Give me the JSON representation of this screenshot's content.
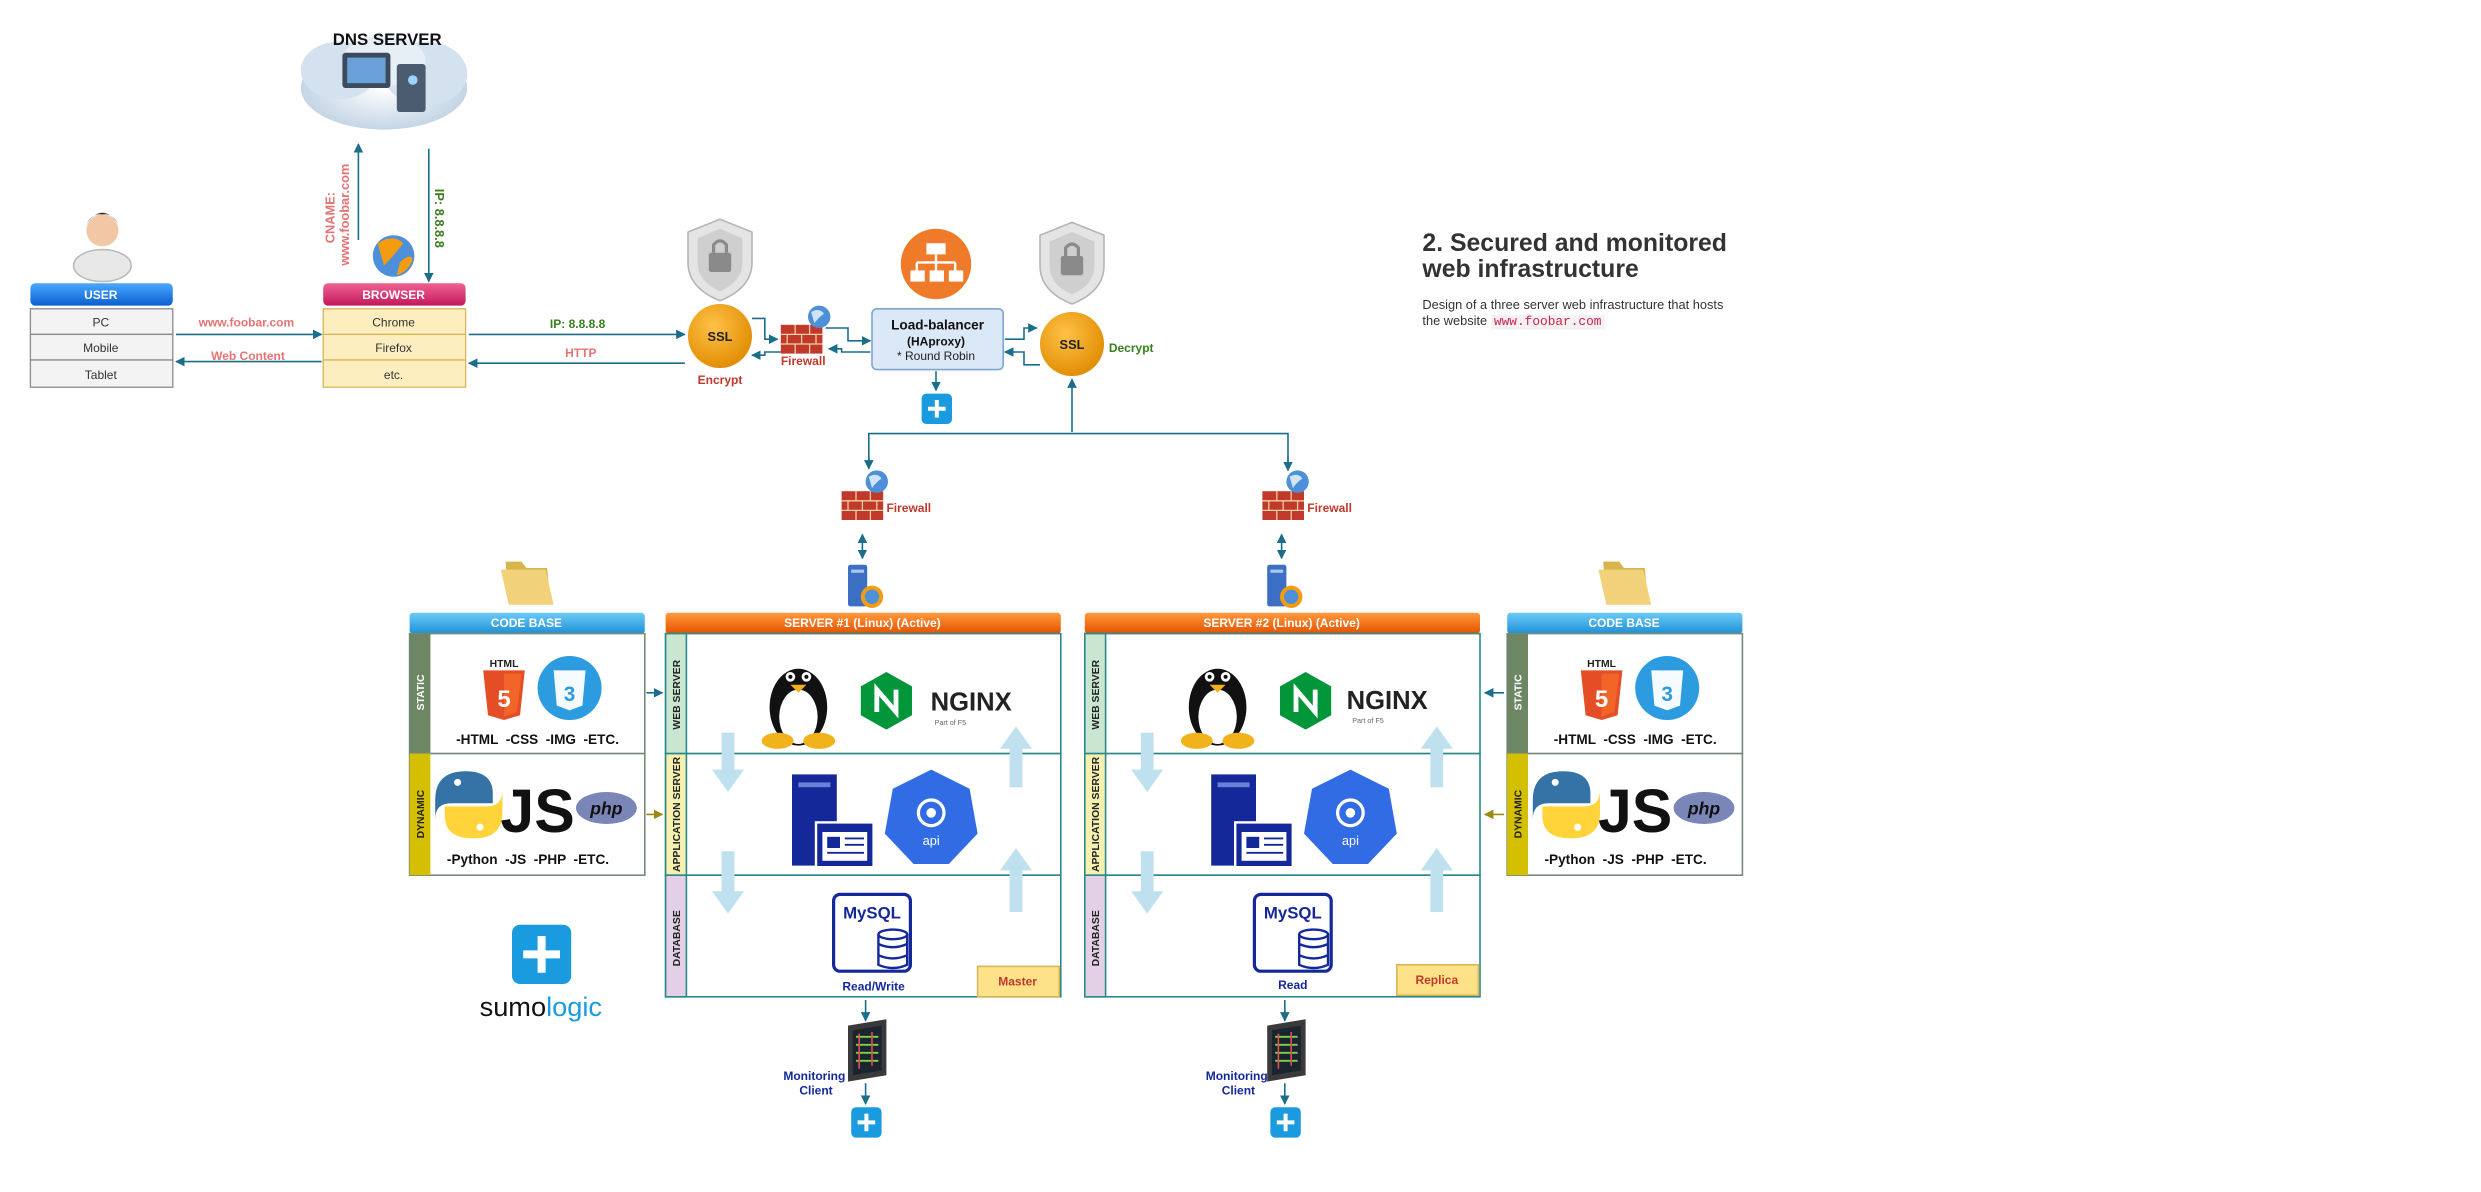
{
  "title": "2. Secured and monitored web infrastructure",
  "description": {
    "text": "Design of a three server web infrastructure that hosts the website",
    "domain": "www.foobar.com"
  },
  "dns": {
    "label": "DNS SERVER",
    "cname_label": "CNAME:",
    "cname_value": "www.foobar.com",
    "ip_label": "IP: 8.8.8.8"
  },
  "user": {
    "header": "USER",
    "items": [
      "PC",
      "Mobile",
      "Tablet"
    ]
  },
  "browser": {
    "header": "BROWSER",
    "items": [
      "Chrome",
      "Firefox",
      "etc."
    ]
  },
  "links": {
    "request": "www.foobar.com",
    "response": "Web Content",
    "ip": "IP: 8.8.8.8",
    "http": "HTTP"
  },
  "ssl": {
    "label": "SSL",
    "encrypt": "Encrypt",
    "decrypt": "Decrypt"
  },
  "firewall": {
    "label": "Firewall"
  },
  "load_balancer": {
    "name": "Load-balancer",
    "software": "(HAproxy)",
    "algorithm": "* Round Robin"
  },
  "codebase": {
    "header": "CODE BASE",
    "static_label": "STATIC",
    "dynamic_label": "DYNAMIC",
    "static_files": "-HTML  -CSS  -IMG  -ETC.",
    "dynamic_files": "-Python  -JS  -PHP  -ETC."
  },
  "servers": [
    {
      "header": "SERVER #1 (Linux) (Active)",
      "db_access": "Read/Write",
      "db_role": "Master"
    },
    {
      "header": "SERVER #2 (Linux) (Active)",
      "db_access": "Read",
      "db_role": "Replica"
    }
  ],
  "tiers": {
    "web": "WEB SERVER",
    "app": "APPLICATION SERVER",
    "db": "DATABASE"
  },
  "logos": {
    "html": "HTML",
    "nginx": "NGINX",
    "nginx_sub": "Part of F5",
    "js": "JS",
    "php": "php",
    "api": "api",
    "mysql": "MySQL"
  },
  "monitoring": {
    "label": "Monitoring Client"
  },
  "sumologic": {
    "brand_a": "sumo",
    "brand_b": "logic"
  },
  "colors": {
    "blue_header": "#1e88e5",
    "pink_header": "#d81b60",
    "orange_header": "#ef6c00",
    "ssl": "#f39c12",
    "link": "#1b6e8a",
    "red_text": "#c0392b",
    "green_text": "#3a7d1e",
    "lb_fill": "#dbe8f7",
    "sumo": "#1a9be0"
  }
}
